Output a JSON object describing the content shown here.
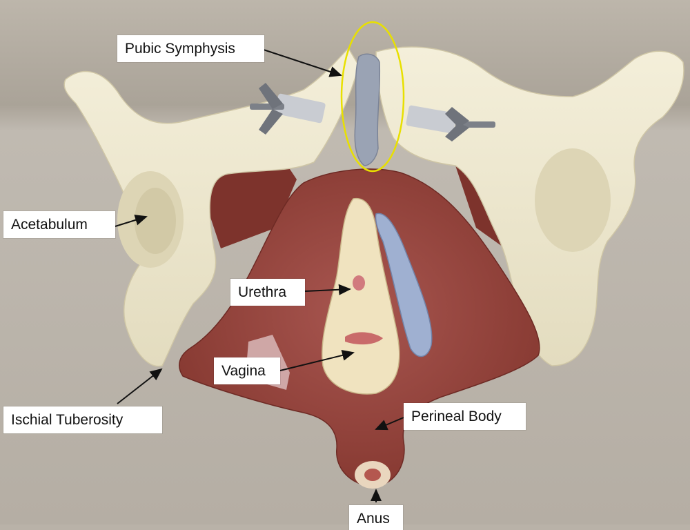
{
  "labels": {
    "pubic_symphysis": "Pubic Symphysis",
    "acetabulum": "Acetabulum",
    "urethra": "Urethra",
    "vagina": "Vagina",
    "ischial_tuberosity": "Ischial Tuberosity",
    "perineal_body": "Perineal Body",
    "anus": "Anus"
  },
  "colors": {
    "background": "#b9b2a8",
    "bone": "#efe9d0",
    "muscle": "#9c4a42",
    "ligament": "#9aa3b4",
    "highlight_ellipse": "#e8e000",
    "arrow": "#111111"
  }
}
